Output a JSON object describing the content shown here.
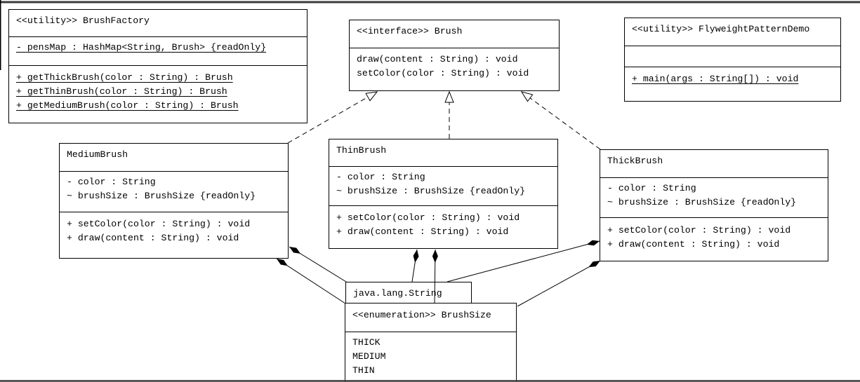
{
  "diagram": {
    "classes": {
      "brush_factory": {
        "title": "<<utility>> BrushFactory",
        "attributes": [
          "- pensMap : HashMap<String, Brush> {readOnly}"
        ],
        "methods": [
          "+ getThickBrush(color : String) : Brush",
          "+ getThinBrush(color : String) : Brush",
          "+ getMediumBrush(color : String) : Brush"
        ]
      },
      "brush": {
        "title": "<<interface>> Brush",
        "methods": [
          "draw(content : String) : void",
          "setColor(color : String) : void"
        ]
      },
      "flyweight_pattern_demo": {
        "title": "<<utility>> FlyweightPatternDemo",
        "attributes": [],
        "methods": [
          "+ main(args : String[]) : void"
        ]
      },
      "medium_brush": {
        "title": "MediumBrush",
        "attributes": [
          "- color : String",
          "~ brushSize : BrushSize {readOnly}"
        ],
        "methods": [
          "+ setColor(color : String) : void",
          "+ draw(content : String) : void"
        ]
      },
      "thin_brush": {
        "title": "ThinBrush",
        "attributes": [
          "- color : String",
          "~ brushSize : BrushSize {readOnly}"
        ],
        "methods": [
          "+ setColor(color : String) : void",
          "+ draw(content : String) : void"
        ]
      },
      "thick_brush": {
        "title": "ThickBrush",
        "attributes": [
          "- color : String",
          "~ brushSize : BrushSize {readOnly}"
        ],
        "methods": [
          "+ setColor(color : String) : void",
          "+ draw(content : String) : void"
        ]
      },
      "java_lang_string": {
        "title": "java.lang.String"
      },
      "brush_size": {
        "title": "<<enumeration>> BrushSize",
        "literals": [
          "THICK",
          "MEDIUM",
          "THIN"
        ]
      }
    },
    "relationships": [
      {
        "type": "realization",
        "from": "MediumBrush",
        "to": "Brush"
      },
      {
        "type": "realization",
        "from": "ThinBrush",
        "to": "Brush"
      },
      {
        "type": "realization",
        "from": "ThickBrush",
        "to": "Brush"
      },
      {
        "type": "composition",
        "owner": "MediumBrush",
        "part": "java.lang.String"
      },
      {
        "type": "composition",
        "owner": "MediumBrush",
        "part": "BrushSize"
      },
      {
        "type": "composition",
        "owner": "ThinBrush",
        "part": "java.lang.String"
      },
      {
        "type": "composition",
        "owner": "ThinBrush",
        "part": "BrushSize"
      },
      {
        "type": "composition",
        "owner": "ThickBrush",
        "part": "java.lang.String"
      },
      {
        "type": "composition",
        "owner": "ThickBrush",
        "part": "BrushSize"
      }
    ],
    "colors": {
      "line": "#000000",
      "background": "#ffffff",
      "frame_border": "#3b3b3b"
    }
  }
}
